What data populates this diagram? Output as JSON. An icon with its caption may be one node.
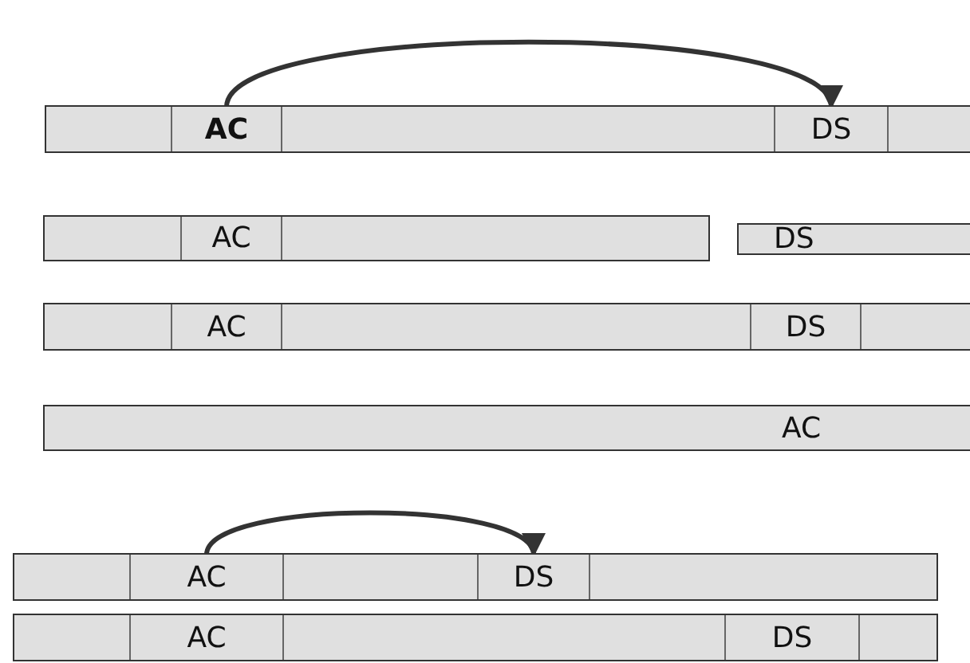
{
  "diagram": {
    "nodes": [
      {
        "text": [],
        "shape": "bar"
      },
      {
        "text": [
          "AC"
        ],
        "in": 0
      },
      {
        "text": [
          "DS"
        ],
        "in": 0
      },
      {
        "text": [],
        "shape": "bar"
      },
      {
        "text": [
          "AC"
        ],
        "in": 3
      },
      {
        "text": [
          "DS"
        ]
      },
      {
        "text": [],
        "shape": "bar"
      },
      {
        "text": [
          "AC"
        ],
        "in": 6
      },
      {
        "text": [
          "DS"
        ],
        "in": 6
      },
      {
        "text": [
          "AC"
        ]
      },
      {
        "text": [],
        "shape": "bar"
      },
      {
        "text": [
          "AC"
        ],
        "in": 10
      },
      {
        "text": [
          "DS"
        ],
        "in": 10
      },
      {
        "text": [],
        "shape": "bar"
      },
      {
        "text": [
          "AC"
        ],
        "in": 13
      },
      {
        "text": [
          "DS"
        ],
        "in": 13
      }
    ],
    "edges": [
      {
        "from": 1,
        "to": 2,
        "arrow": "to"
      },
      {
        "from": 11,
        "to": 12,
        "arrow": "to"
      }
    ]
  }
}
